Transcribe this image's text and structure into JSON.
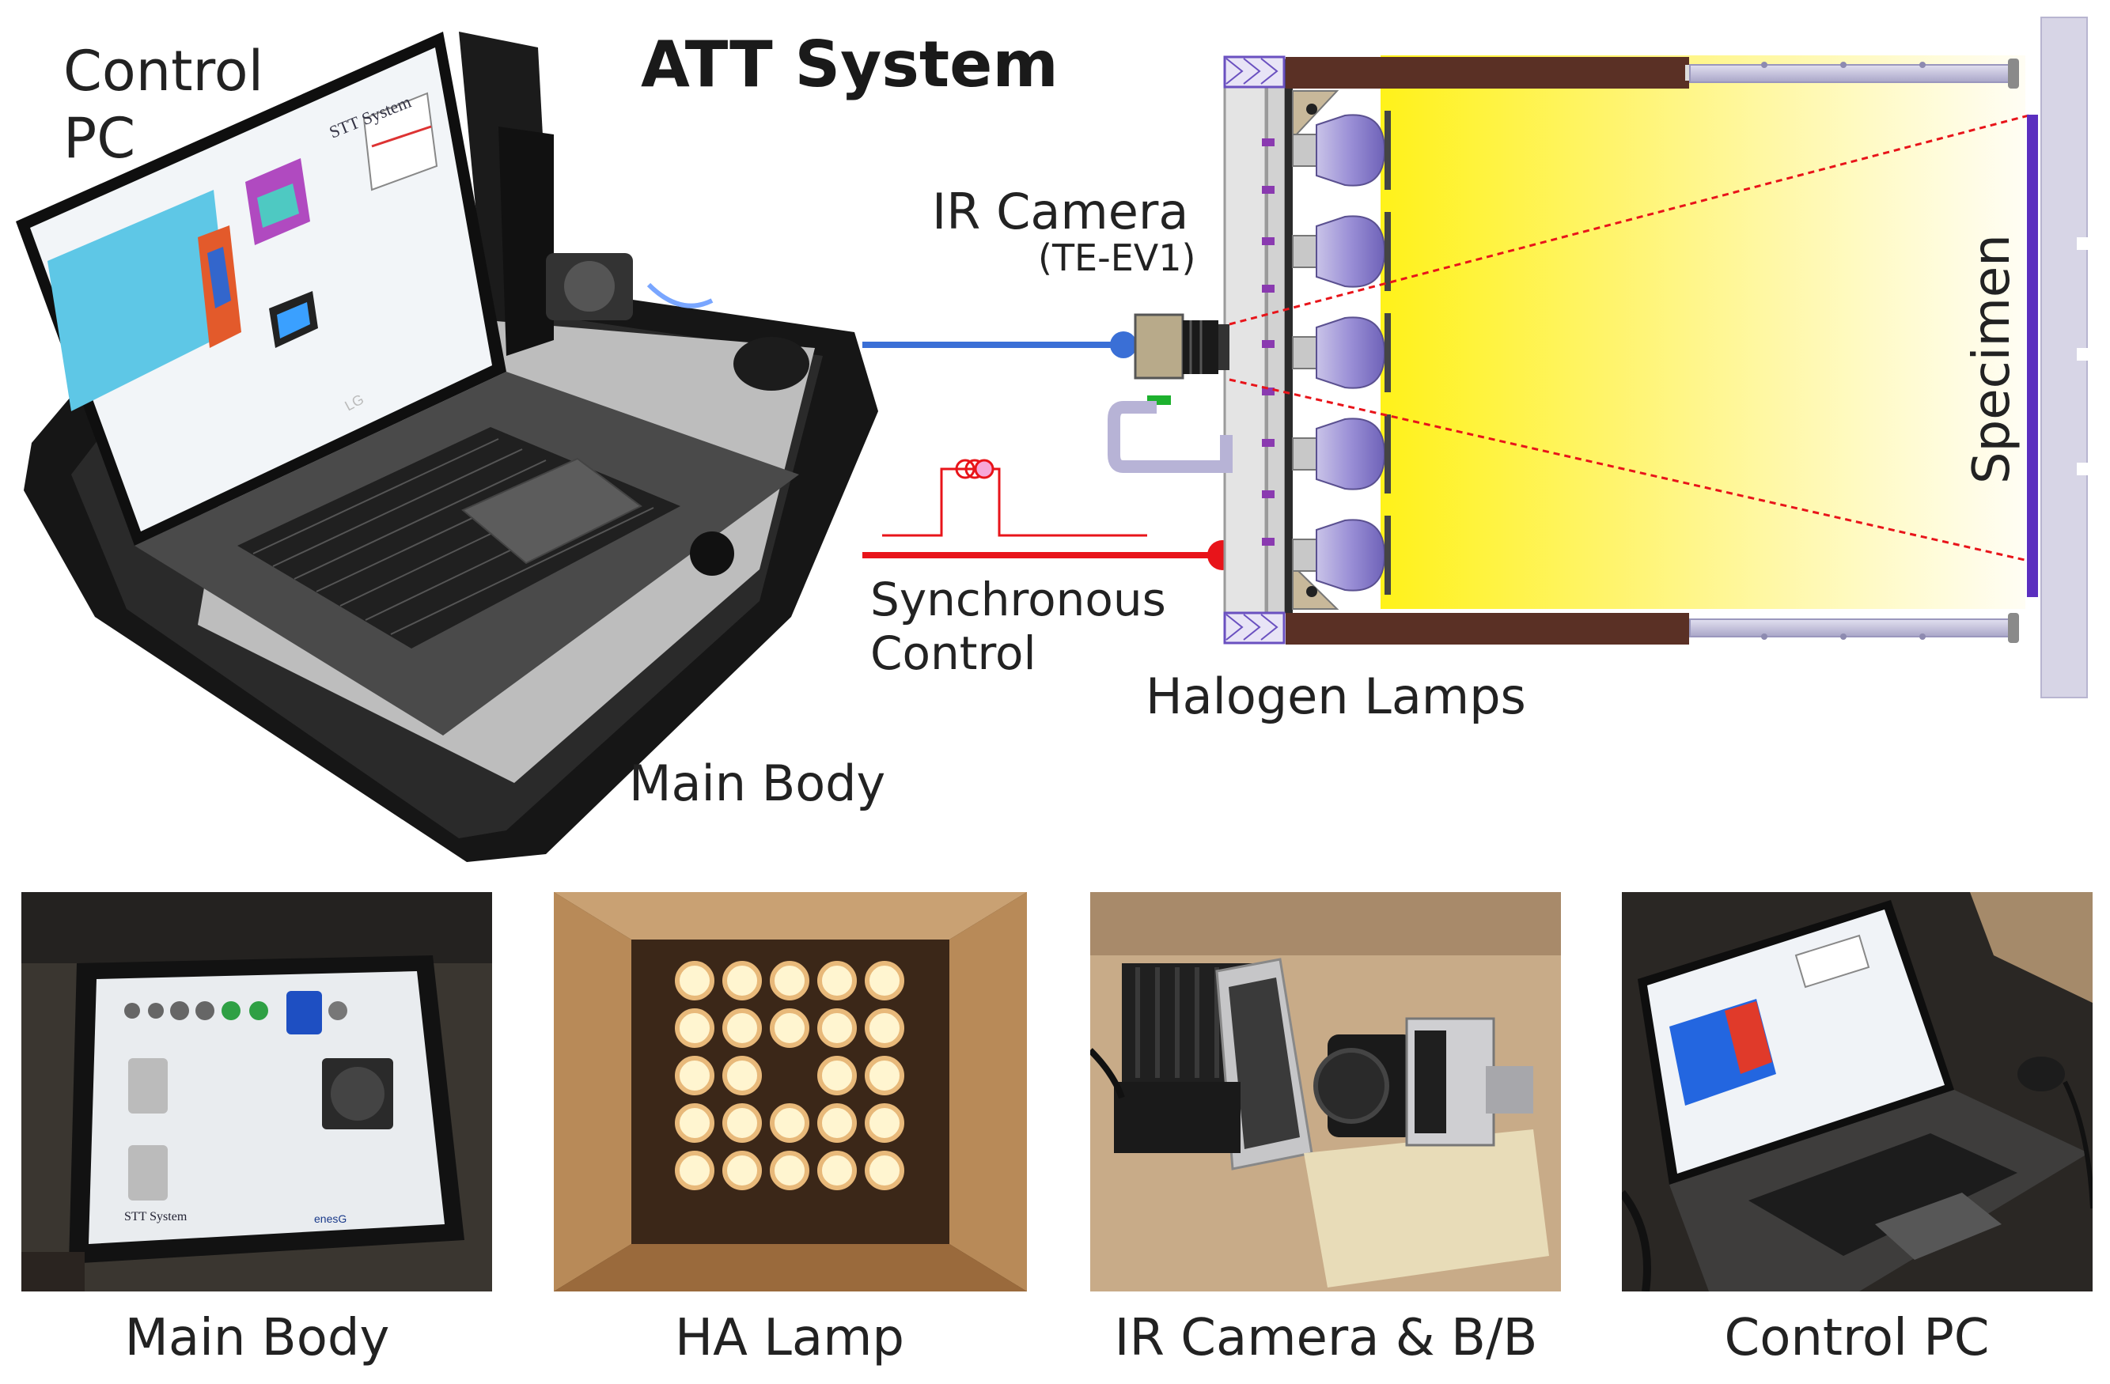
{
  "title": "ATT System",
  "labels": {
    "control_pc_line1": "Control",
    "control_pc_line2": "PC",
    "ir_camera": "IR Camera",
    "ir_camera_model": "(TE-EV1)",
    "synchronous_line1": "Synchronous",
    "synchronous_line2": "Control",
    "halogen_lamps": "Halogen Lamps",
    "main_body": "Main Body",
    "specimen": "Specimen"
  },
  "screen_text": {
    "app_title": "STT System",
    "device_brand": "LG"
  },
  "panel_text": {
    "app_title": "STT System",
    "brand": "enesG"
  },
  "captions": [
    "Main Body",
    "HA Lamp",
    "IR Camera & B/B",
    "Control PC"
  ],
  "colors": {
    "camera_line": "#3a6fd6",
    "sync_line": "#e8141a",
    "lamp_light": "#fff21a",
    "specimen": "#5b2fbf",
    "frame_bar": "#5a3025"
  }
}
